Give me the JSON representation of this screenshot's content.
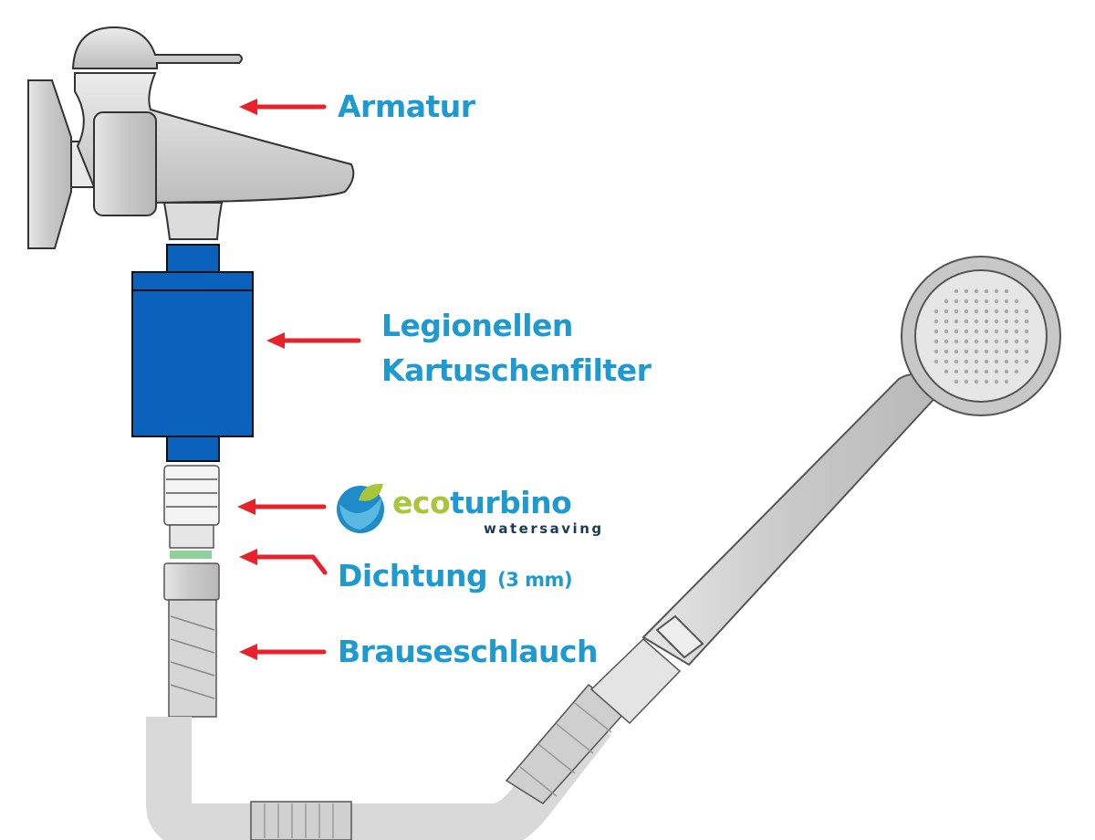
{
  "labels": {
    "armatur": "Armatur",
    "filter_line1": "Legionellen",
    "filter_line2": "Kartuschenfilter",
    "dichtung": "Dichtung",
    "dichtung_size": "(3 mm)",
    "brauseschlauch": "Brauseschlauch"
  },
  "logo": {
    "eco": "eco",
    "turbino": "turbino",
    "tagline": "watersaving"
  },
  "colors": {
    "text": "#1e9ad0",
    "arrow": "#e8222a",
    "filter": "#0b62bd",
    "gasket": "#8fd19a",
    "logo_green": "#a9c63b"
  }
}
